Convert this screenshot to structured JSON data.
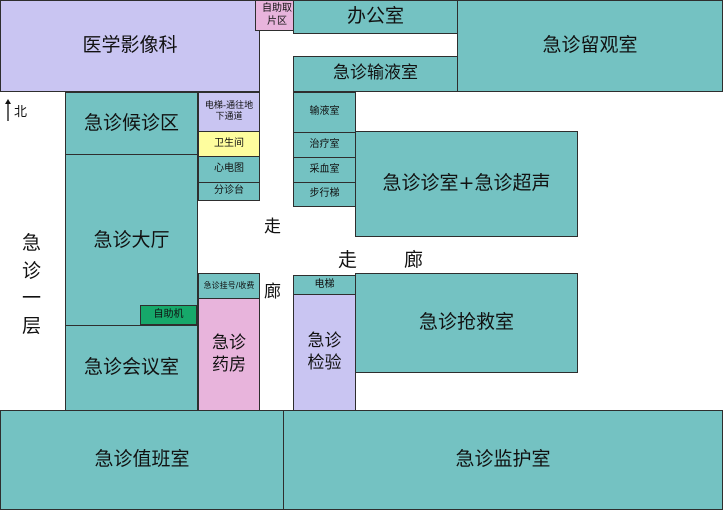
{
  "north": "北",
  "floor_label": [
    "急",
    "诊",
    "一",
    "层"
  ],
  "corridor_v": [
    "走",
    "廊"
  ],
  "corridor_h": [
    "走",
    "廊"
  ],
  "rooms": {
    "imaging": "医学影像科",
    "self_film": "自助取片区",
    "office": "办公室",
    "observation": "急诊留观室",
    "infusion_big": "急诊输液室",
    "waiting": "急诊候诊区",
    "elevator_b": "电梯-通往地下通道",
    "restroom": "卫生间",
    "ecg": "心电图",
    "triage": "分诊台",
    "infusion_small": "输液室",
    "treatment": "治疗室",
    "blood": "采血室",
    "stairs": "步行梯",
    "clinic_us": "急诊诊室+急诊超声",
    "hall": "急诊大厅",
    "self_machine": "自助机",
    "register": "急诊挂号/收费",
    "pharmacy": "急诊药房",
    "elevator": "电梯",
    "lab": "急诊检验",
    "rescue": "急诊抢救室",
    "meeting": "急诊会议室",
    "duty": "急诊值班室",
    "icu": "急诊监护室"
  }
}
